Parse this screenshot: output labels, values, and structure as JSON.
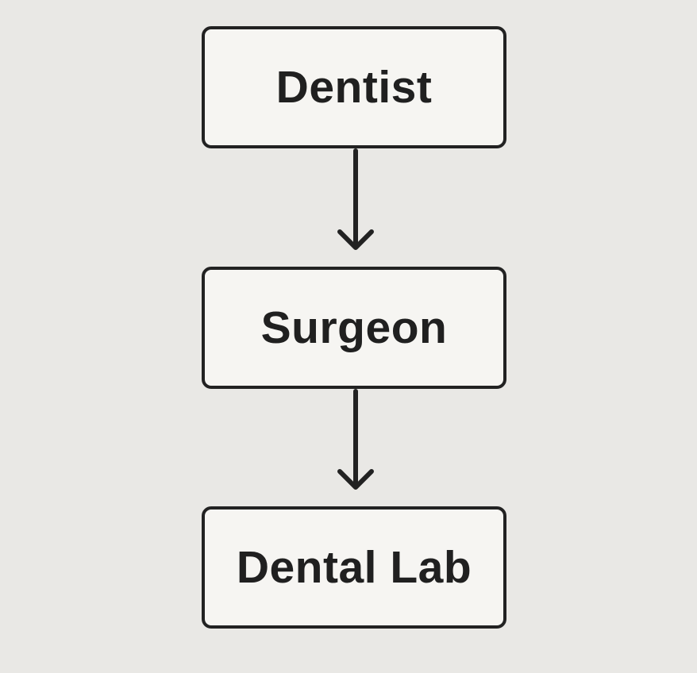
{
  "diagram": {
    "type": "flowchart",
    "nodes": [
      {
        "id": "dentist",
        "label": "Dentist"
      },
      {
        "id": "surgeon",
        "label": "Surgeon"
      },
      {
        "id": "dental-lab",
        "label": "Dental Lab"
      }
    ],
    "edges": [
      {
        "from": "dentist",
        "to": "surgeon"
      },
      {
        "from": "surgeon",
        "to": "dental-lab"
      }
    ],
    "colors": {
      "background": "#e9e8e5",
      "box_fill": "#f6f5f2",
      "stroke": "#222222",
      "text": "#202020"
    }
  }
}
